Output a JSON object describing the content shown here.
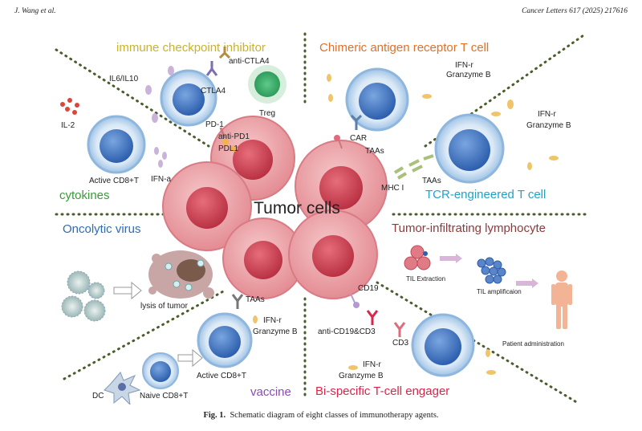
{
  "header": {
    "authors": "J. Wang et al.",
    "journal": "Cancer Letters 617 (2025) 217616"
  },
  "figure": {
    "center_label": "Tumor cells",
    "categories": {
      "checkpoint": "immune checkpoint inhibitor",
      "car_t": "Chimeric antigen receptor T cell",
      "tcr_t": "TCR-engineered T cell",
      "til": "Tumor-infiltrating lymphocyte",
      "bite": "Bi-specific T-cell engager",
      "vaccine": "vaccine",
      "oncolytic": "Oncolytic virus",
      "cytokines": "cytokines"
    },
    "labels": {
      "il6_il10": "IL6/IL10",
      "anti_ctla4": "anti-CTLA4",
      "ctla4": "CTLA4",
      "treg": "Treg",
      "pd1": "PD-1",
      "anti_pd1": "anti-PD1",
      "pdl1": "PDL1",
      "il2": "IL-2",
      "ifn_a": "IFN-a",
      "active_cd8_top": "Active CD8+T",
      "ifn_r_car": "IFN-r",
      "granzyme_car": "Granzyme B",
      "car": "CAR",
      "taas_car": "TAAs",
      "ifn_r_tcr": "IFN-r",
      "granzyme_tcr": "Granzyme B",
      "mhc": "MHC I",
      "taas_tcr": "TAAs",
      "til_extraction": "TIL Extraction",
      "til_amplification": "TIL amplificaion",
      "patient_admin": "Patient administration",
      "cd19": "CD19",
      "anti_cd19_cd3": "anti-CD19&CD3",
      "cd3": "CD3",
      "ifn_r_bite": "IFN-r",
      "granzyme_bite": "Granzyme B",
      "taas_vac": "TAAs",
      "ifn_r_vac": "IFN-r",
      "granzyme_vac": "Granzyme B",
      "active_cd8_vac": "Active CD8+T",
      "dc": "DC",
      "naive_cd8": "Naive CD8+T",
      "lysis": "lysis of tumor"
    },
    "colors": {
      "checkpoint": "#c9b32a",
      "car_t": "#e0712a",
      "tcr_t": "#1fa3c7",
      "til": "#8c3b3b",
      "bite": "#d9264a",
      "vaccine": "#8a4bb3",
      "oncolytic": "#2d6db3",
      "cytokines": "#3a9a3a"
    }
  },
  "caption": {
    "label": "Fig. 1.",
    "text": "Schematic diagram of eight classes of immunotherapy agents."
  }
}
